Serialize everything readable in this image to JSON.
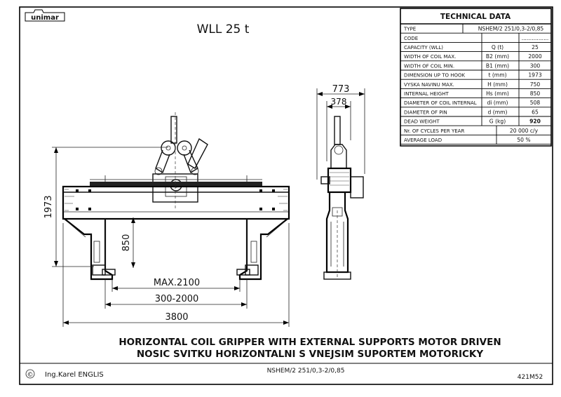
{
  "logo_text": "unimar",
  "title": "WLL 25 t",
  "technical_data": {
    "heading": "TECHNICAL DATA",
    "rows": [
      {
        "label": "TYPE",
        "unit": "",
        "value": "NSHEM/2 251/0,3-2/0,85"
      },
      {
        "label": "CODE",
        "unit": "",
        "value": "................"
      },
      {
        "label": "CAPACITY (WLL)",
        "unit": "Q (t)",
        "value": "25"
      },
      {
        "label": "WIDTH OF COIL MAX.",
        "unit": "B2 (mm)",
        "value": "2000"
      },
      {
        "label": "WIDTH OF COIL MIN.",
        "unit": "B1 (mm)",
        "value": "300"
      },
      {
        "label": "DIMENSION UP TO HOOK",
        "unit": "t (mm)",
        "value": "1973"
      },
      {
        "label": "VYSKA NAVINU MAX.",
        "unit": "H (mm)",
        "value": "750"
      },
      {
        "label": "INTERNAL HEIGHT",
        "unit": "Hs (mm)",
        "value": "850"
      },
      {
        "label": "DIAMETER OF COIL INTERNAL",
        "unit": "di (mm)",
        "value": "508"
      },
      {
        "label": "DIAMETER OF PIN",
        "unit": "d (mm)",
        "value": "65"
      },
      {
        "label": "DEAD WEIGHT",
        "unit": "G (kg)",
        "value": "920"
      }
    ],
    "wide_rows": [
      {
        "label": "Nr. OF CYCLES PER YEAR",
        "value": "20 000 c/y"
      },
      {
        "label": "AVERAGE LOAD",
        "value": "50 %"
      }
    ]
  },
  "dimensions": {
    "total_height": "1973",
    "internal_height": "850",
    "max_width": "MAX.2100",
    "width_range": "300-2000",
    "overall_width": "3800",
    "side_width": "773",
    "side_inner": "378"
  },
  "description": {
    "line1": "HORIZONTAL COIL GRIPPER WITH EXTERNAL SUPPORTS MOTOR DRIVEN",
    "line2": "NOSIC SVITKU HORIZONTALNI S VNEJSIM SUPORTEM MOTORICKY"
  },
  "footer": {
    "copyright_symbol": "©",
    "author": "Ing.Karel ENGLIS",
    "type_code": "NSHEM/2 251/0,3-2/0,85",
    "drawing_number": "421M52"
  }
}
